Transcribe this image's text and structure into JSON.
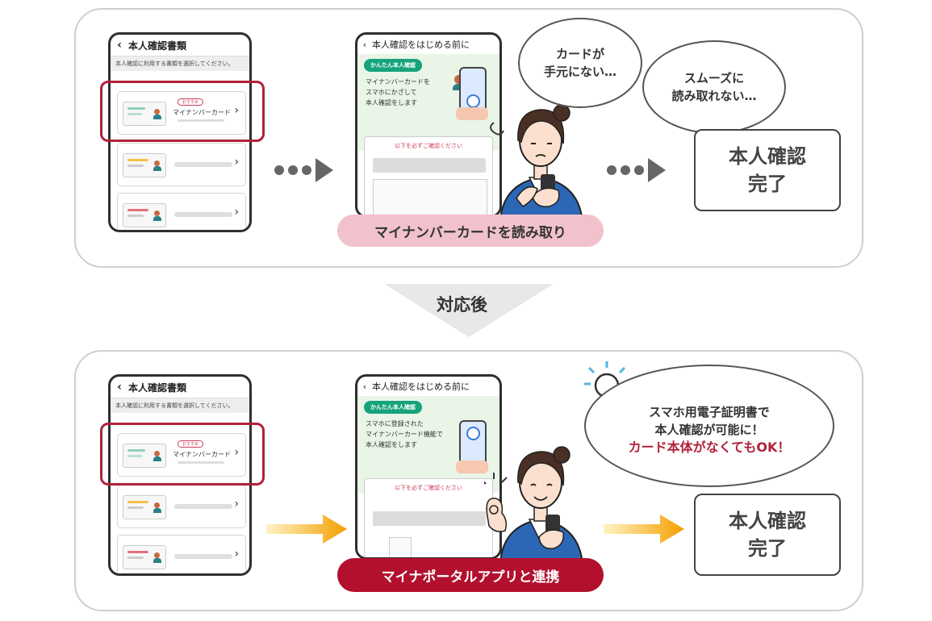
{
  "before": {
    "phone1": {
      "title": "本人確認書類",
      "subtitle": "本人確認に利用する書類を選択してください。",
      "card_label": "マイナンバーカード",
      "card_pill": "おすすめ"
    },
    "phone2": {
      "title": "本人確認をはじめる前に",
      "badge": "かんたん本人確認",
      "text": "マイナンバーカードを\nスマホにかざして\n本人確認をします",
      "notice": "以下を必ずご確認ください"
    },
    "bubble1": "カードが\n手元にない…",
    "bubble2": "スムーズに\n読み取れない…",
    "caption": "マイナンバーカードを読み取り",
    "result": "本人確認\n完了"
  },
  "transition_label": "対応後",
  "after": {
    "phone1": {
      "title": "本人確認書類",
      "subtitle": "本人確認に利用する書類を選択してください。",
      "card_label": "マイナンバーカード",
      "card_pill": "おすすめ"
    },
    "phone2": {
      "title": "本人確認をはじめる前に",
      "badge": "かんたん本人確認",
      "text": "スマホに登録された\nマイナンバーカード機能で\n本人確認をします",
      "notice": "以下を必ずご確認ください"
    },
    "bubble_line1": "スマホ用電子証明書で",
    "bubble_line2": "本人確認が可能に！",
    "bubble_em1": "カード本体",
    "bubble_mid": "がなくても",
    "bubble_em2": "OK！",
    "caption": "マイナポータルアプリと連携",
    "result": "本人確認\n完了"
  },
  "colors": {
    "accent_red": "#b0213a",
    "pink_caption": "#f1c2cc",
    "arrow_orange": "#f4a000",
    "teal": "#16a37c"
  }
}
